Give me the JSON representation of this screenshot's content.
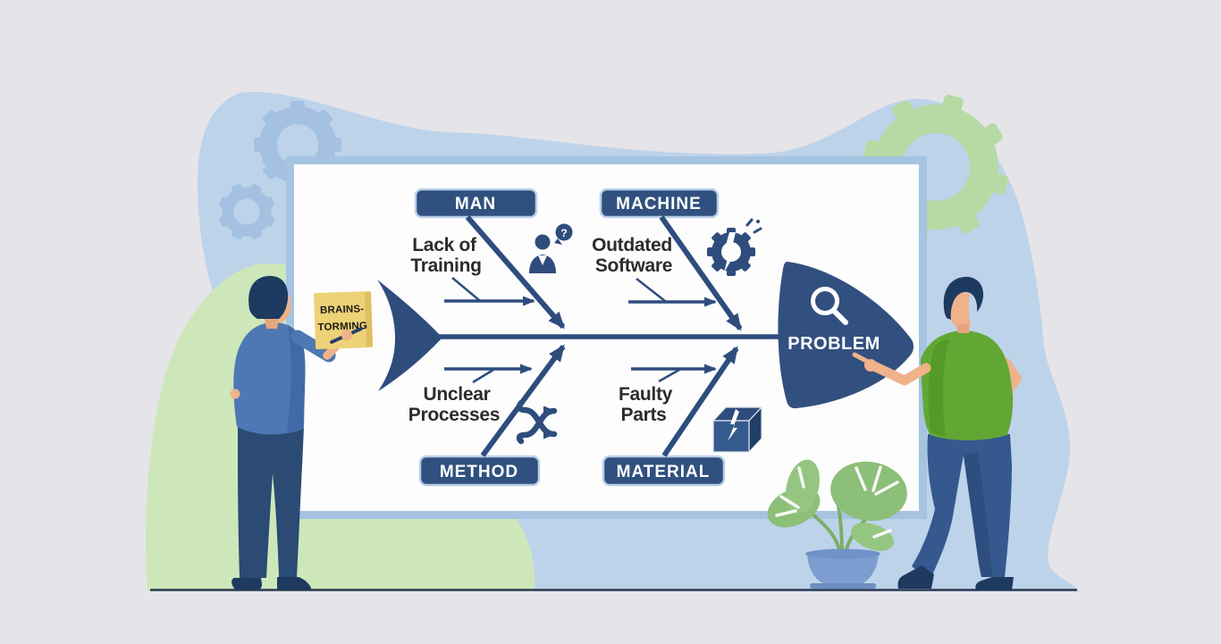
{
  "palette": {
    "background": "#e5e4e9",
    "navy": "#2e4d7d",
    "navy_dark": "#24406b",
    "board_border": "#a6c3e1",
    "board_fill": "#fdfdfd",
    "blob_blue": "#bdd3ea",
    "blob_green": "#cde7ba",
    "gear_blue": "#a4c1e2",
    "gear_green": "#b6daa3",
    "text_dark": "#2f2b29",
    "sticky_yellow": "#eed278",
    "skin": "#efb28a",
    "jacket_blue": "#4d78b4",
    "trousers_navy": "#2b4a74",
    "shirt_green": "#62a733",
    "jeans_blue": "#35588e",
    "plant_green": "#8cbf78",
    "pot_blue": "#7d9dd0"
  },
  "diagram": {
    "problem_label": "PROBLEM",
    "problem_icon": "magnifier-icon",
    "question_mark": "?",
    "categories": [
      {
        "label": "MAN",
        "icon": "person-question-icon",
        "cause_line1": "Lack of",
        "cause_line2": "Training"
      },
      {
        "label": "MACHINE",
        "icon": "broken-gear-icon",
        "cause_line1": "Outdated",
        "cause_line2": "Software"
      },
      {
        "label": "METHOD",
        "icon": "shuffle-arrows-icon",
        "cause_line1": "Unclear",
        "cause_line2": "Processes"
      },
      {
        "label": "MATERIAL",
        "icon": "cracked-box-icon",
        "cause_line1": "Faulty",
        "cause_line2": "Parts"
      }
    ]
  },
  "sticky_note": {
    "line1": "BRAINS-",
    "line2": "TORMING"
  }
}
